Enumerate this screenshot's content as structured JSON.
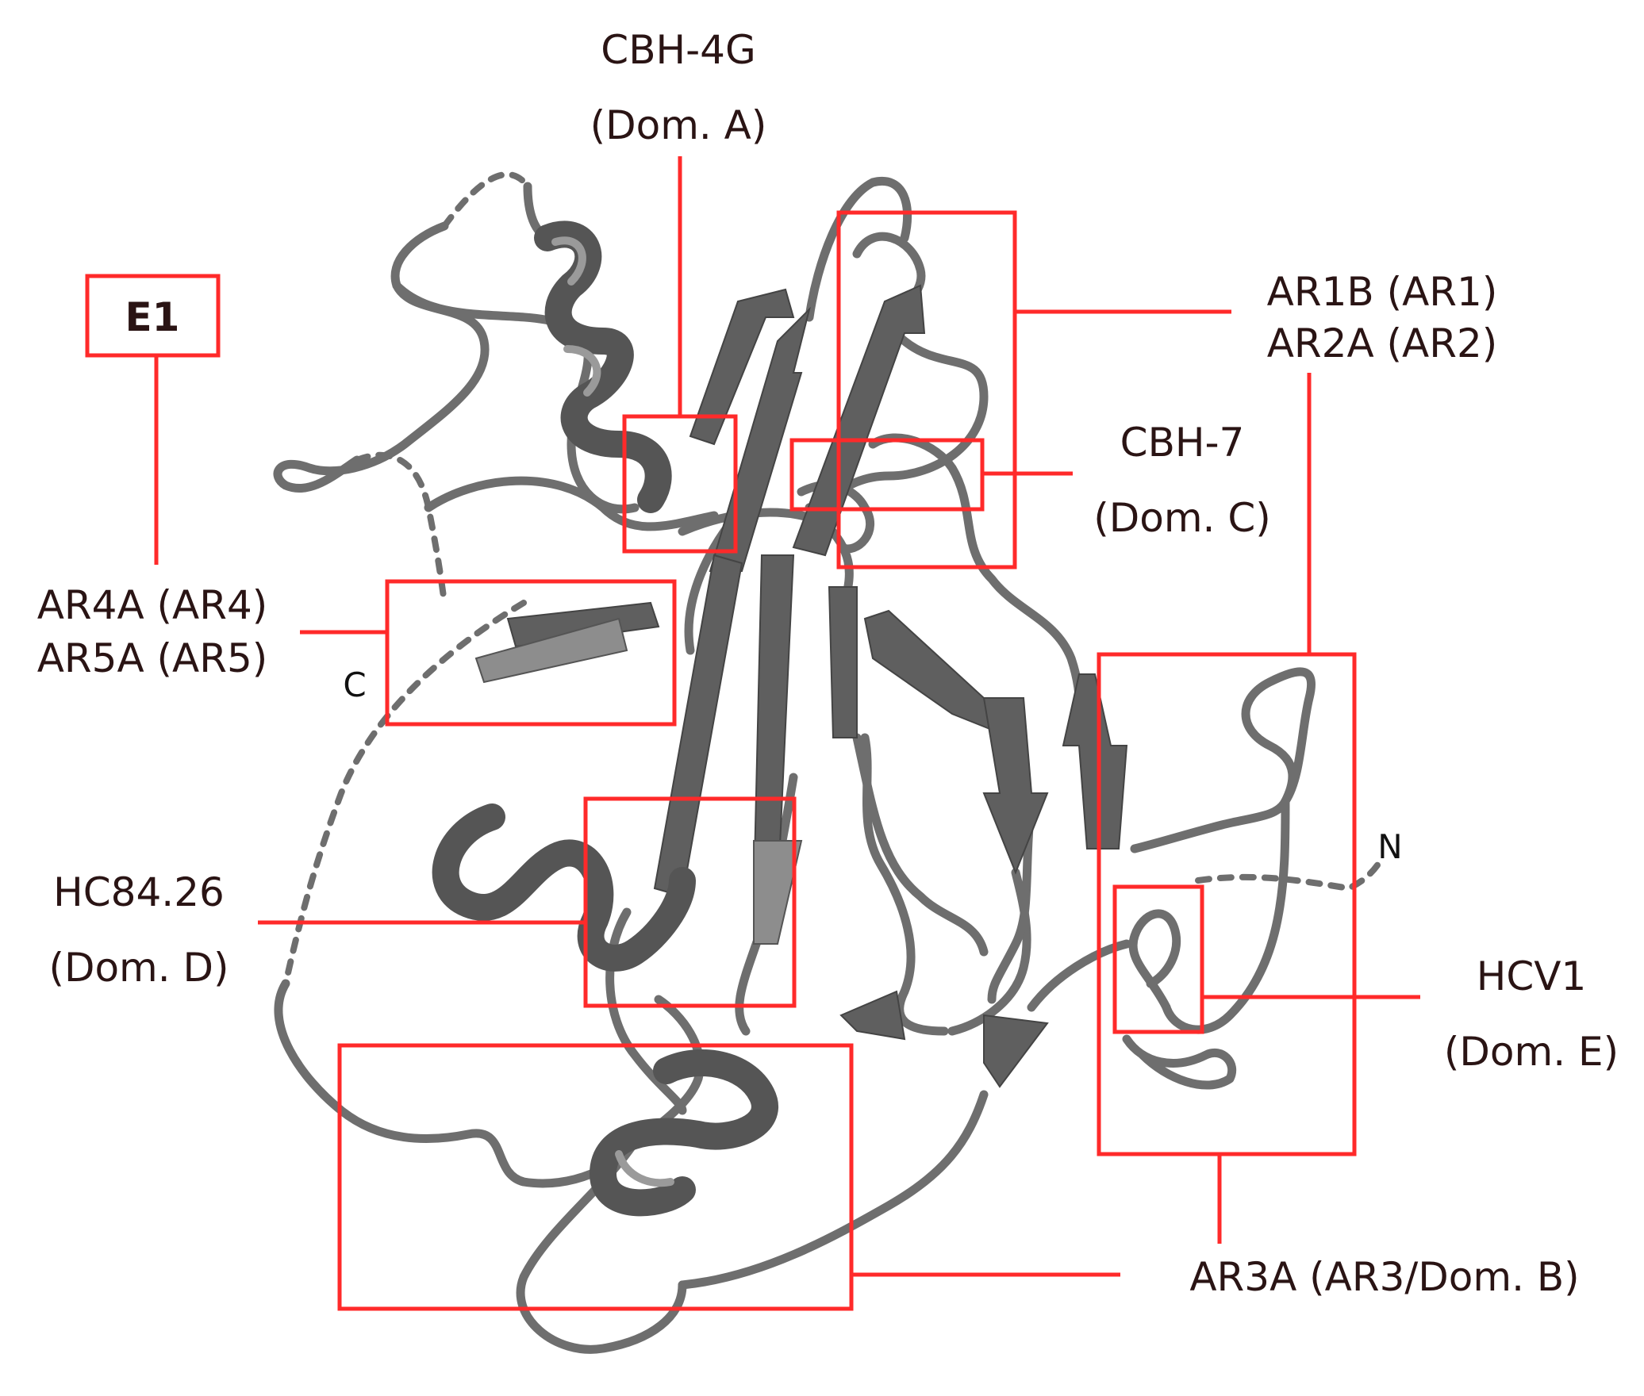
{
  "figure": {
    "molecule": "E1",
    "labels": {
      "cbh4g_line1": "CBH-4G",
      "cbh4g_line2": "(Dom. A)",
      "ar1b_line1": "AR1B (AR1)",
      "ar2a_line2": "AR2A (AR2)",
      "cbh7_line1": "CBH-7",
      "cbh7_line2": "(Dom. C)",
      "ar4a_line1": "AR4A (AR4)",
      "ar5a_line2": "AR5A (AR5)",
      "hc84_line1": "HC84.26",
      "hc84_line2": "(Dom. D)",
      "hcv1_line1": "HCV1",
      "hcv1_line2": "(Dom. E)",
      "ar3a": "AR3A (AR3/Dom. B)"
    },
    "termini": {
      "c_terminus": "C",
      "n_terminus": "N"
    },
    "colors": {
      "box_stroke": "#ff2a2a",
      "ribbon": "#5f5f5f",
      "label_text": "#2a1414"
    }
  }
}
